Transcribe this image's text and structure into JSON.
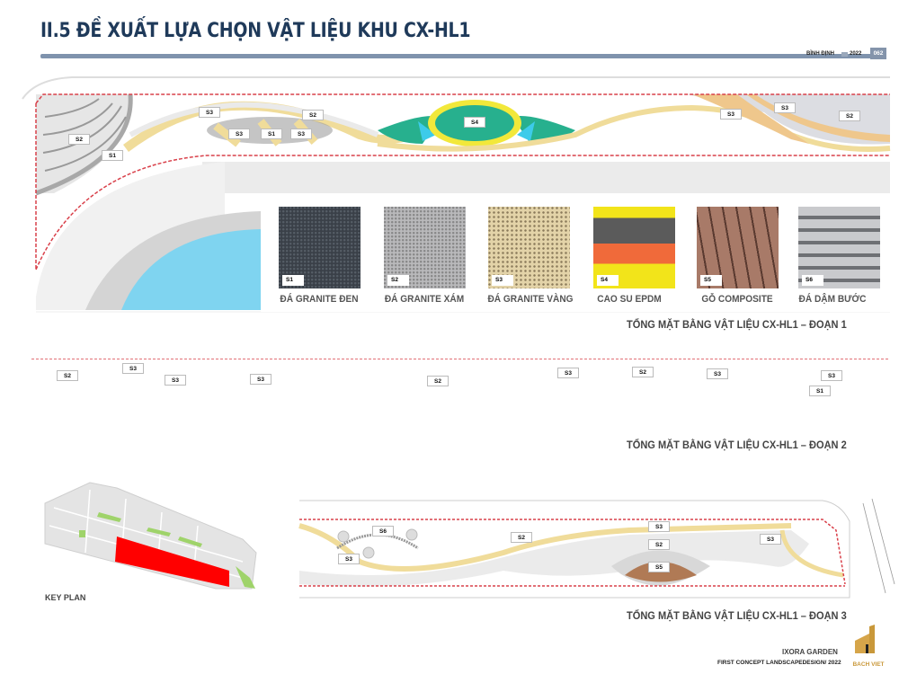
{
  "header": {
    "title": "II.5 ĐỀ XUẤT LỰA CHỌN VẬT LIỆU KHU CX-HL1",
    "location": "BÌNH ĐỊNH",
    "year": "2022",
    "page_number": "062"
  },
  "colors": {
    "title": "#1f3a5a",
    "rule": "#7f93ad",
    "boundary": "#d9404a",
    "granite_yellow": "#f0dc9a",
    "granite_orange": "#efc78c",
    "epdm_green": "#27b08e",
    "epdm_yellow": "#f2e83a",
    "water": "#7fd4f0",
    "key_red": "#ff0000"
  },
  "materials": [
    {
      "code": "S1",
      "name": "ĐÁ GRANITE ĐEN"
    },
    {
      "code": "S2",
      "name": "ĐÁ GRANITE XÁM"
    },
    {
      "code": "S3",
      "name": "ĐÁ GRANITE VÀNG"
    },
    {
      "code": "S4",
      "name": "CAO SU EPDM"
    },
    {
      "code": "S5",
      "name": "GỖ COMPOSITE"
    },
    {
      "code": "S6",
      "name": "ĐÁ DẬM BƯỚC"
    }
  ],
  "plan1": {
    "caption": "TỔNG MẶT BẰNG VẬT LIỆU CX-HL1 – ĐOẠN 1",
    "labels": [
      "S3",
      "S2",
      "S3",
      "S1",
      "S3",
      "S2",
      "S1",
      "S4",
      "S3",
      "S3",
      "S2"
    ]
  },
  "plan2": {
    "caption": "TỔNG MẶT BẰNG VẬT LIỆU CX-HL1 – ĐOẠN 2",
    "labels": [
      "S2",
      "S3",
      "S3",
      "S3",
      "S2",
      "S3",
      "S2",
      "S3",
      "S3",
      "S1"
    ]
  },
  "plan3": {
    "caption": "TỔNG MẶT BẰNG VẬT LIỆU CX-HL1 – ĐOẠN 3",
    "labels": [
      "S6",
      "S3",
      "S2",
      "S3",
      "S2",
      "S3",
      "S5"
    ]
  },
  "key_plan": {
    "label": "KEY PLAN"
  },
  "footer": {
    "project": "IXORA GARDEN",
    "subtitle": "FIRST CONCEPT LANDSCAPEDESIGN/ 2022",
    "logo_text": "BACH VIET"
  }
}
